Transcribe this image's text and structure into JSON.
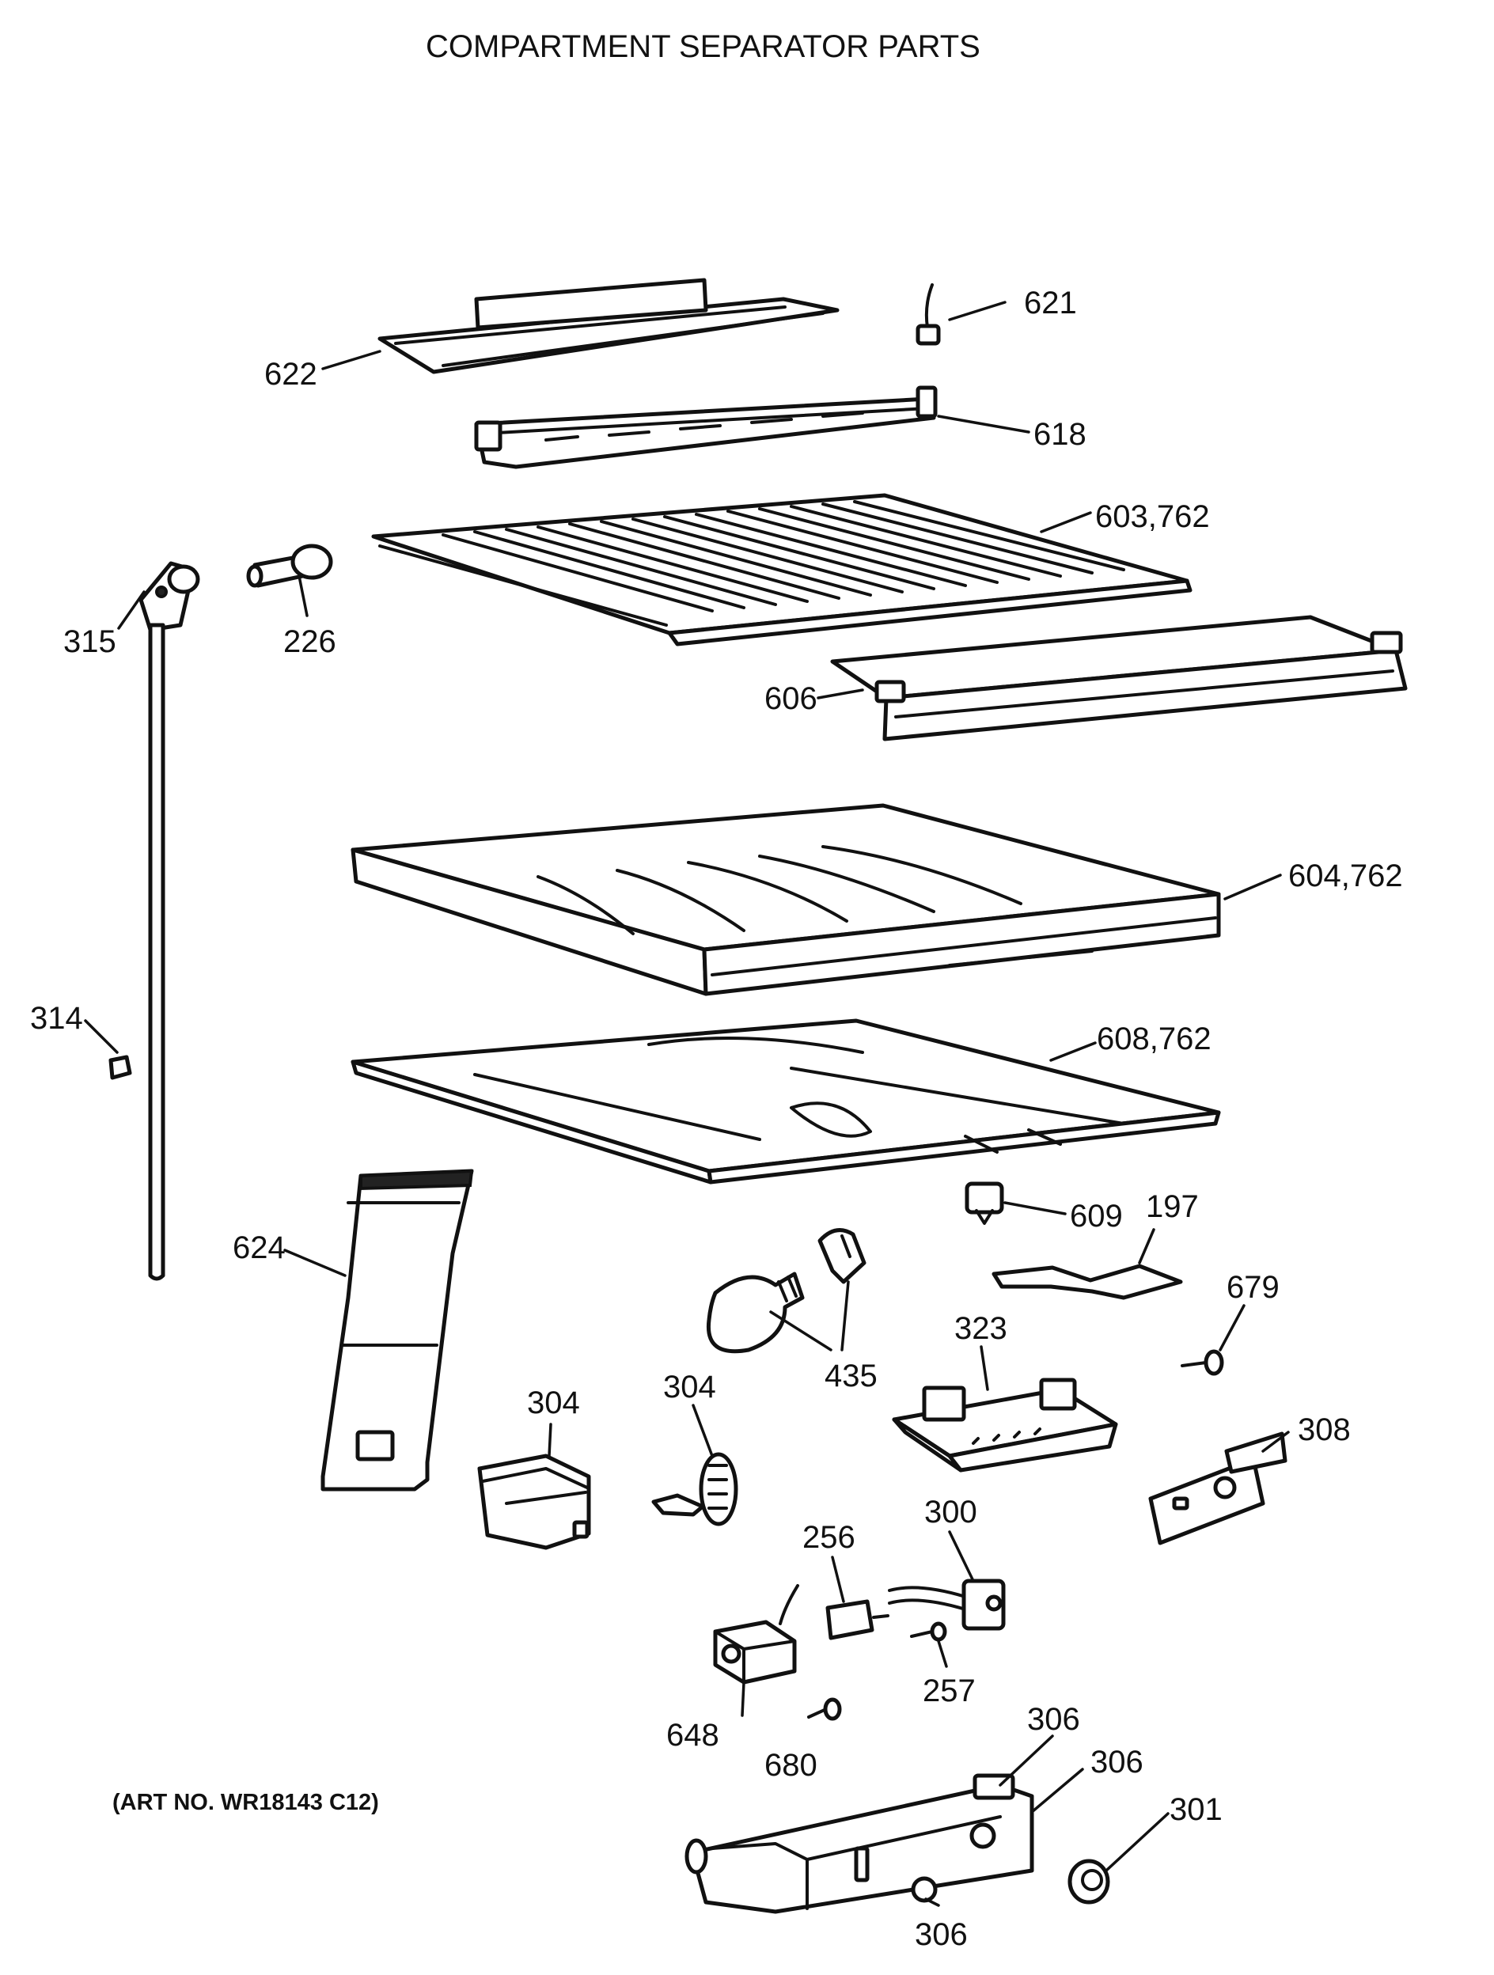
{
  "title": "COMPARTMENT SEPARATOR PARTS",
  "art_number": "(ART NO. WR18143 C12)",
  "parts": [
    {
      "id": "p621",
      "label": "621"
    },
    {
      "id": "p622",
      "label": "622"
    },
    {
      "id": "p618",
      "label": "618"
    },
    {
      "id": "p603",
      "label": "603,762"
    },
    {
      "id": "p315",
      "label": "315"
    },
    {
      "id": "p226",
      "label": "226"
    },
    {
      "id": "p606",
      "label": "606"
    },
    {
      "id": "p604",
      "label": "604,762"
    },
    {
      "id": "p314",
      "label": "314"
    },
    {
      "id": "p608",
      "label": "608,762"
    },
    {
      "id": "p609",
      "label": "609"
    },
    {
      "id": "p197",
      "label": "197"
    },
    {
      "id": "p624",
      "label": "624"
    },
    {
      "id": "p679",
      "label": "679"
    },
    {
      "id": "p323",
      "label": "323"
    },
    {
      "id": "p435",
      "label": "435"
    },
    {
      "id": "p304a",
      "label": "304"
    },
    {
      "id": "p304b",
      "label": "304"
    },
    {
      "id": "p308",
      "label": "308"
    },
    {
      "id": "p256",
      "label": "256"
    },
    {
      "id": "p300",
      "label": "300"
    },
    {
      "id": "p257",
      "label": "257"
    },
    {
      "id": "p648",
      "label": "648"
    },
    {
      "id": "p680",
      "label": "680"
    },
    {
      "id": "p306a",
      "label": "306"
    },
    {
      "id": "p306b",
      "label": "306"
    },
    {
      "id": "p301",
      "label": "301"
    },
    {
      "id": "p306c",
      "label": "306"
    }
  ]
}
